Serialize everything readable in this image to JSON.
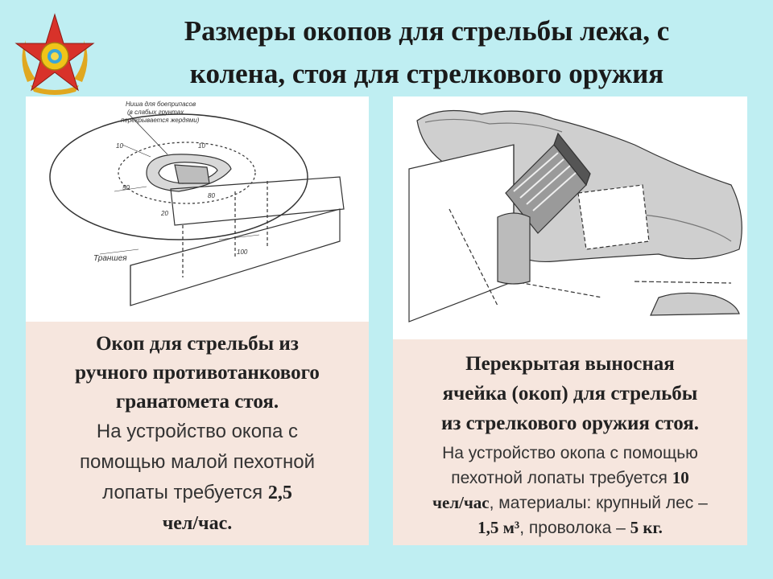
{
  "header": {
    "title_line1": "Размеры окопов для стрельбы лежа, с",
    "title_line2": "колена, стоя для стрелкового оружия"
  },
  "emblem": {
    "icon": "star-emblem-icon",
    "colors": {
      "star": "#d8322a",
      "sun": "#f0c419",
      "wreath": "#e0a820"
    }
  },
  "left_figure": {
    "labels": {
      "niche_line1": "Ниша для боеприпасов",
      "niche_line2": "(в слабых грунтах",
      "niche_line3": "перекрывается жердями)",
      "trench": "Траншея",
      "dim_a": "10",
      "dim_b": "10",
      "dim_c": "50",
      "dim_d": "20",
      "dim_e": "100",
      "dim_f": "80"
    }
  },
  "left_caption": {
    "heading_line1": "Окоп для стрельбы из",
    "heading_line2": "ручного противотанкового",
    "heading_line3": "гранатомета стоя.",
    "body_line1": "На устройство окопа с",
    "body_line2": "помощью малой пехотной",
    "body_line3_text": "лопаты требуется ",
    "body_line3_value": "2,5",
    "body_line4_unit": "чел/час."
  },
  "right_caption": {
    "heading_line1": "Перекрытая выносная",
    "heading_line2": "ячейка (окоп) для стрельбы",
    "heading_line3": "из стрелкового оружия стоя.",
    "body_line1": "На устройство окопа с помощью",
    "body_line2_text": "пехотной лопаты требуется ",
    "body_line2_value": "10",
    "body_line3_unit": "чел/час",
    "body_line3_text": ", материалы: крупный лес –",
    "body_line4_value1": "1,5 м³",
    "body_line4_text": ", проволока – ",
    "body_line4_value2": "5 кг."
  }
}
